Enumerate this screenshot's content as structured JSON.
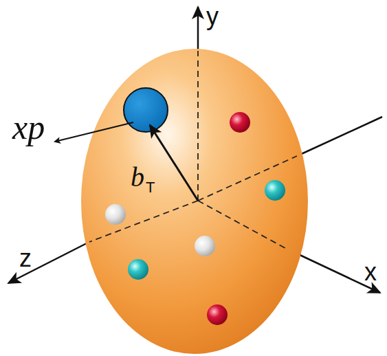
{
  "diagram": {
    "labels": [
      "y",
      "x",
      "z",
      "xp",
      "b",
      "T"
    ]
  }
}
